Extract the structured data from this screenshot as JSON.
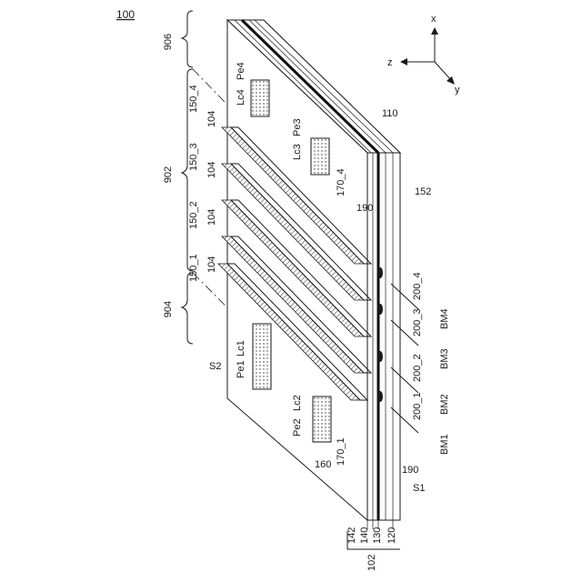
{
  "figure_number": "100",
  "axes": {
    "x": "x",
    "y": "y",
    "z": "z"
  },
  "regions": [
    "906",
    "902",
    "904"
  ],
  "surfaces": {
    "top": "S2",
    "bottom": "S1"
  },
  "substrate_labels": [
    "110",
    "152",
    "160"
  ],
  "layer_stack": [
    "142",
    "140",
    "130",
    "120"
  ],
  "layer_stack_group": "102",
  "gate_lines": [
    "150_1",
    "150_2",
    "150_3",
    "150_4"
  ],
  "gate_spacer_label": "104",
  "pads": [
    "Pe1",
    "Pe2",
    "Pe3",
    "Pe4"
  ],
  "contacts": [
    "Lc1",
    "Lc2",
    "Lc3",
    "Lc4"
  ],
  "vias": [
    "170_1",
    "170_4"
  ],
  "via_group_label": "190",
  "devices": [
    "200_1",
    "200_2",
    "200_3",
    "200_4"
  ],
  "bottom_metals": [
    "BM1",
    "BM2",
    "BM3",
    "BM4"
  ]
}
